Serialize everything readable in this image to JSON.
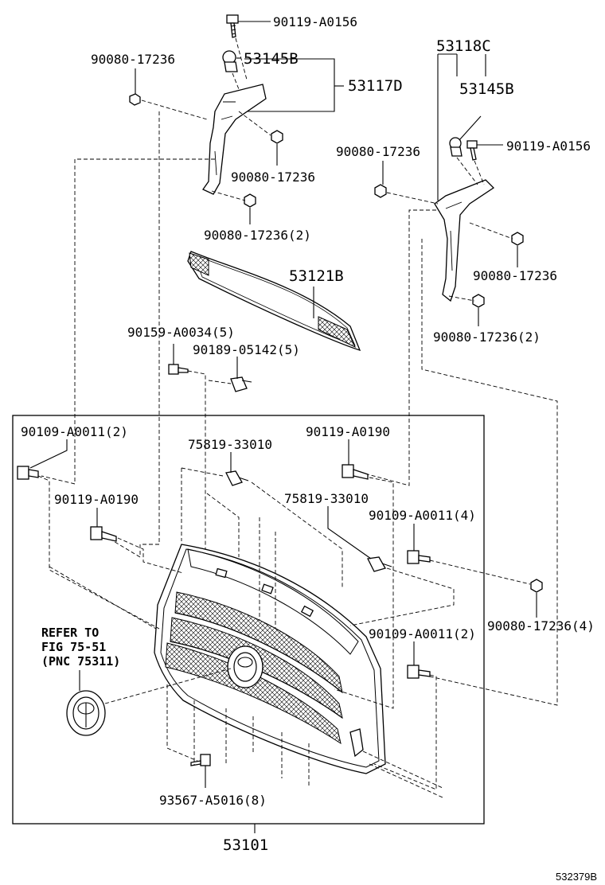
{
  "diagram": {
    "labels": {
      "p_90119_A0156_top": "90119-A0156",
      "p_90080_17236_a": "90080-17236",
      "p_53145B_left": "53145B",
      "p_53117D": "53117D",
      "p_90080_17236_b": "90080-17236",
      "p_90080_17236_2_left": "90080-17236(2)",
      "p_53118C": "53118C",
      "p_53145B_right": "53145B",
      "p_90080_17236_c": "90080-17236",
      "p_90119_A0156_right": "90119-A0156",
      "p_90080_17236_d": "90080-17236",
      "p_90080_17236_2_right": "90080-17236(2)",
      "p_53121B": "53121B",
      "p_90159_A0034_5": "90159-A0034(5)",
      "p_90189_05142_5": "90189-05142(5)",
      "p_90109_A0011_2_top": "90109-A0011(2)",
      "p_75819_33010_a": "75819-33010",
      "p_90119_A0190_a": "90119-A0190",
      "p_90119_A0190_b": "90119-A0190",
      "p_75819_33010_b": "75819-33010",
      "p_90109_A0011_4": "90109-A0011(4)",
      "p_90080_17236_4": "90080-17236(4)",
      "p_90109_A0011_2_bottom": "90109-A0011(2)",
      "ref_line1": "REFER TO",
      "ref_line2": "FIG 75-51",
      "ref_line3": "(PNC 75311)",
      "p_93567_A5016_8": "93567-A5016(8)",
      "p_53101": "53101",
      "drawing_code": "532379B"
    }
  }
}
